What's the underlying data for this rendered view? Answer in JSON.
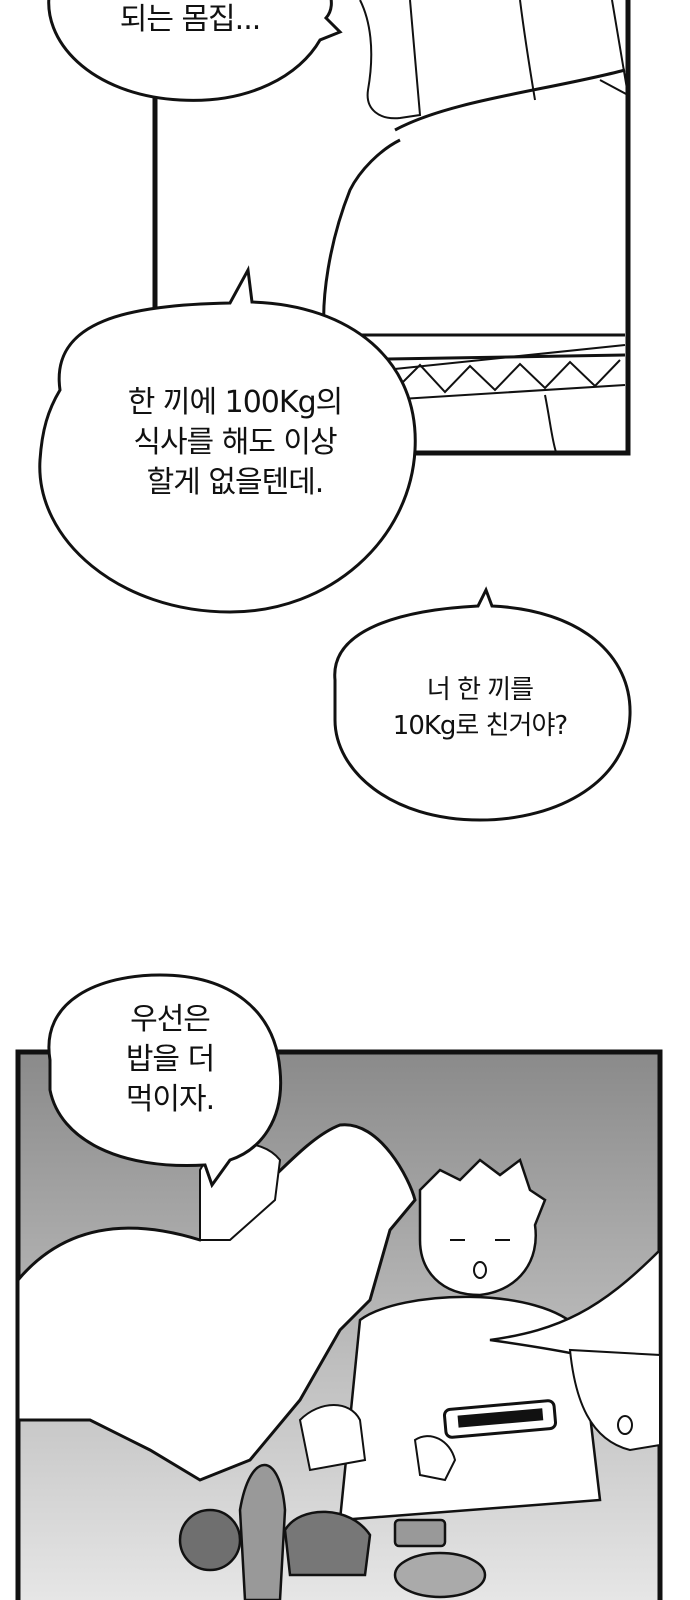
{
  "comic": {
    "bubbles": [
      {
        "lines": [
          "되는 몸집..."
        ]
      },
      {
        "lines": [
          "한 끼에 100Kg의",
          "식사를 해도 이상",
          "할게 없을텐데."
        ]
      },
      {
        "lines": [
          "너 한 끼를",
          "10Kg로 친거야?"
        ]
      },
      {
        "lines": [
          "우선은",
          "밥을 더",
          "먹이자."
        ]
      }
    ]
  },
  "colors": {
    "ink": "#111111",
    "panel_gray_top": "#8a8a8a",
    "panel_gray_bottom": "#e6e6e6"
  }
}
